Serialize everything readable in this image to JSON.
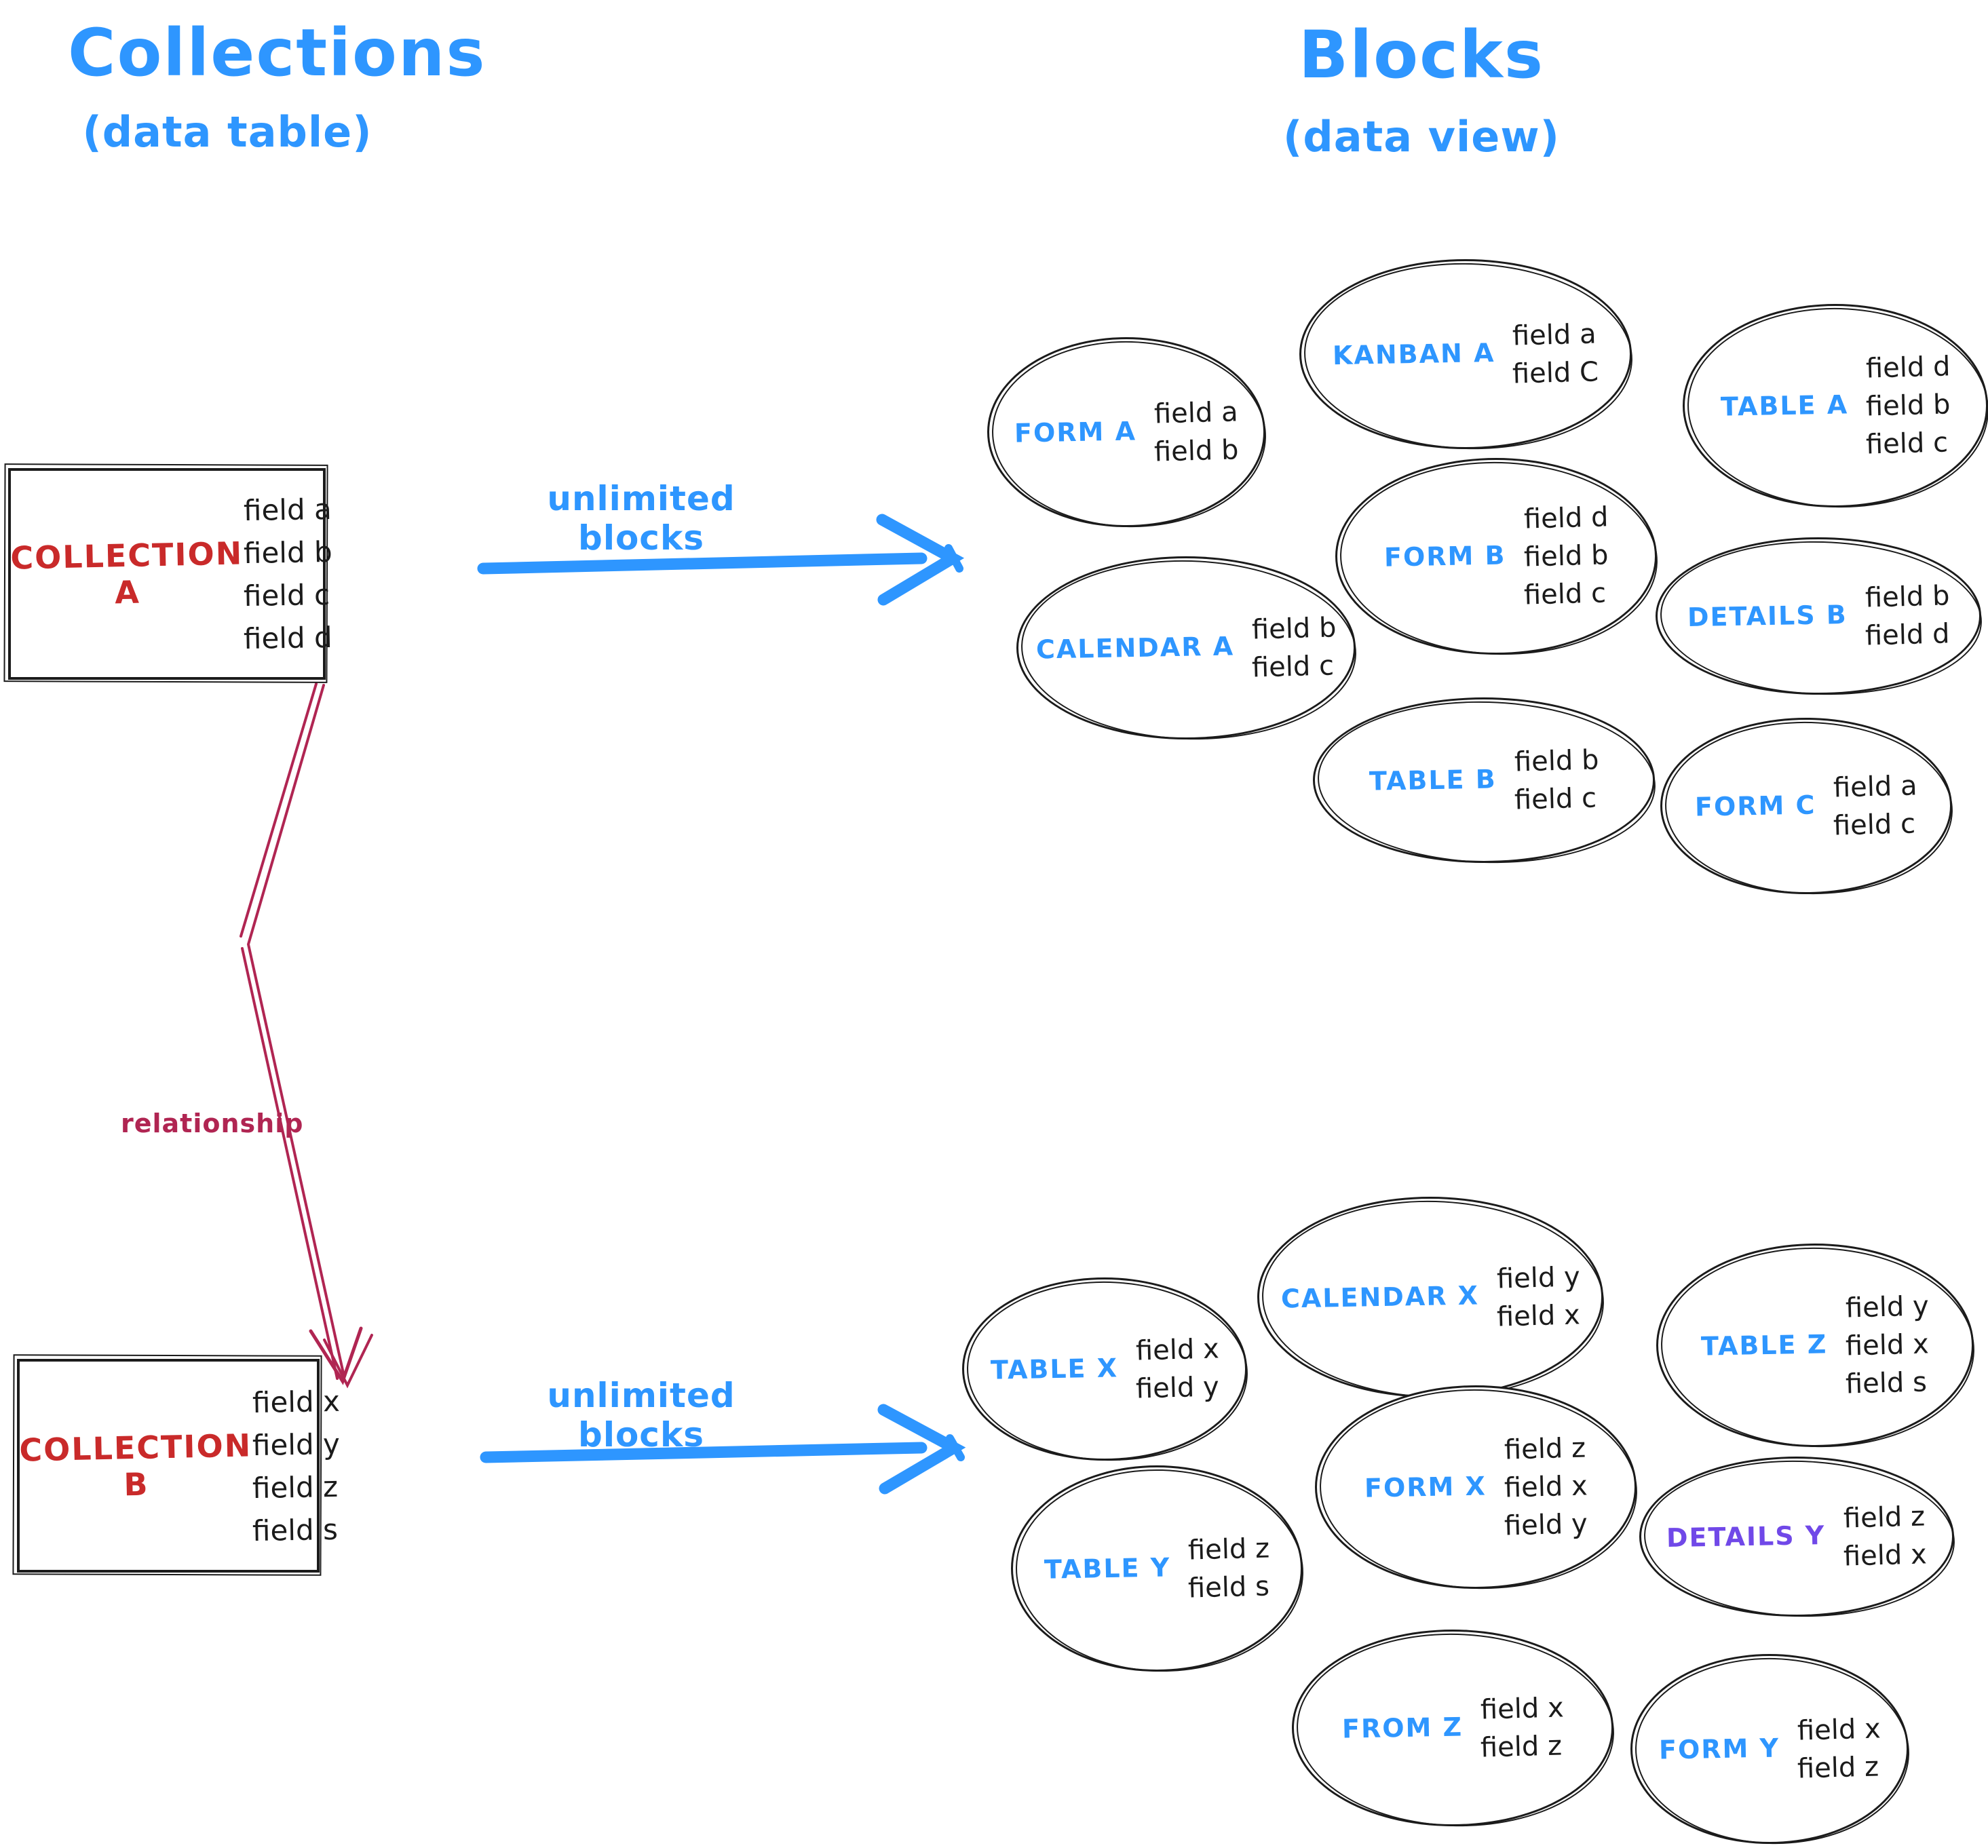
{
  "left_column": {
    "title": "Collections",
    "subtitle": "(data table)"
  },
  "right_column": {
    "title": "Blocks",
    "subtitle": "(data view)"
  },
  "collection_a": {
    "name": "COLLECTION A",
    "fields": [
      "field a",
      "field b",
      "field c",
      "field d"
    ]
  },
  "collection_b": {
    "name": "COLLECTION B",
    "fields": [
      "field x",
      "field y",
      "field z",
      "field s"
    ]
  },
  "arrows": {
    "top_label": "unlimited blocks",
    "bottom_label": "unlimited blocks",
    "relationship_label": "relationship"
  },
  "colors": {
    "blue": "#2e96ff",
    "red": "#c92a2a",
    "crimson": "#b02552",
    "purple": "#7048e8",
    "ink": "#1b1b1b"
  },
  "blocks_a": [
    {
      "label": "FORM A",
      "fields": [
        "field a",
        "field b"
      ]
    },
    {
      "label": "KANBAN A",
      "fields": [
        "field a",
        "field C"
      ]
    },
    {
      "label": "TABLE A",
      "fields": [
        "field d",
        "field b",
        "field c"
      ]
    },
    {
      "label": "FORM B",
      "fields": [
        "field d",
        "field b",
        "field c"
      ]
    },
    {
      "label": "CALENDAR A",
      "fields": [
        "field b",
        "field c"
      ]
    },
    {
      "label": "DETAILS B",
      "fields": [
        "field b",
        "field d"
      ]
    },
    {
      "label": "TABLE B",
      "fields": [
        "field b",
        "field c"
      ]
    },
    {
      "label": "FORM C",
      "fields": [
        "field a",
        "field c"
      ]
    }
  ],
  "blocks_b": [
    {
      "label": "TABLE X",
      "fields": [
        "field x",
        "field y"
      ]
    },
    {
      "label": "CALENDAR X",
      "fields": [
        "field y",
        "field x"
      ]
    },
    {
      "label": "TABLE Z",
      "fields": [
        "field y",
        "field x",
        "field s"
      ]
    },
    {
      "label": "FORM X",
      "fields": [
        "field z",
        "field x",
        "field y"
      ]
    },
    {
      "label": "TABLE Y",
      "fields": [
        "field z",
        "field s"
      ]
    },
    {
      "label": "DETAILS Y",
      "fields": [
        "field z",
        "field x"
      ]
    },
    {
      "label": "FROM Z",
      "fields": [
        "field x",
        "field z"
      ]
    },
    {
      "label": "FORM Y",
      "fields": [
        "field x",
        "field z"
      ]
    }
  ]
}
